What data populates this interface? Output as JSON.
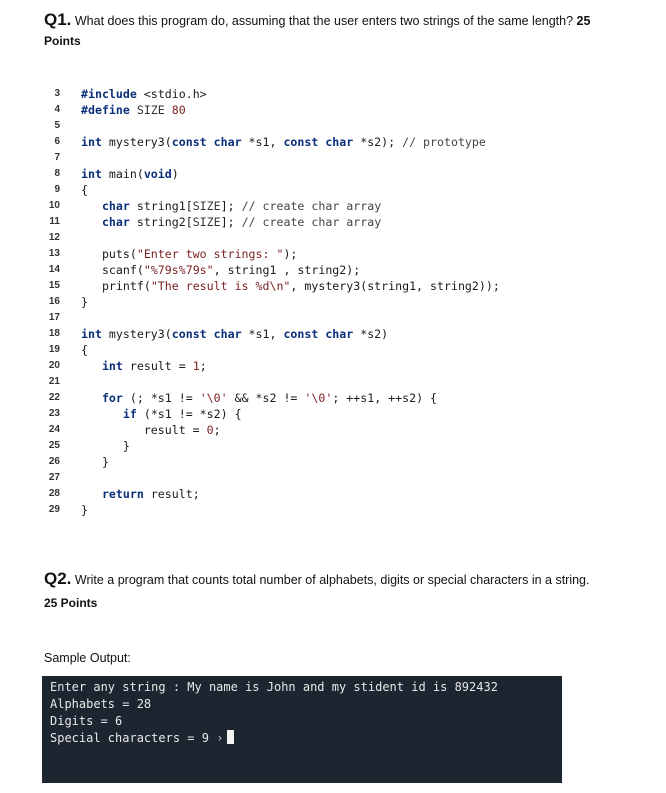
{
  "q1": {
    "number": "Q1.",
    "text": " What does this program do, assuming that the user enters two strings of the same length?",
    "points_inline": "25",
    "points_label": "Points"
  },
  "code": {
    "lines": [
      {
        "n": "3",
        "t": [
          [
            "pp",
            "#include "
          ],
          [
            "",
            "<stdio.h>"
          ]
        ]
      },
      {
        "n": "4",
        "t": [
          [
            "pp",
            "#define "
          ],
          [
            "mac",
            "SIZE "
          ],
          [
            "num",
            "80"
          ]
        ]
      },
      {
        "n": "5",
        "t": []
      },
      {
        "n": "6",
        "t": [
          [
            "kw",
            "int "
          ],
          [
            "",
            "mystery3("
          ],
          [
            "kw",
            "const char "
          ],
          [
            "",
            "*s1, "
          ],
          [
            "kw",
            "const char "
          ],
          [
            "",
            "*s2); "
          ],
          [
            "cm",
            "// prototype"
          ]
        ]
      },
      {
        "n": "7",
        "t": []
      },
      {
        "n": "8",
        "t": [
          [
            "kw",
            "int "
          ],
          [
            "",
            "main("
          ],
          [
            "kw",
            "void"
          ],
          [
            "",
            ")"
          ]
        ]
      },
      {
        "n": "9",
        "t": [
          [
            "",
            "{"
          ]
        ]
      },
      {
        "n": "10",
        "t": [
          [
            "",
            "   "
          ],
          [
            "kw",
            "char "
          ],
          [
            "",
            "string1["
          ],
          [
            "mac",
            "SIZE"
          ],
          [
            "",
            "]; "
          ],
          [
            "cm",
            "// create char array"
          ]
        ]
      },
      {
        "n": "11",
        "t": [
          [
            "",
            "   "
          ],
          [
            "kw",
            "char "
          ],
          [
            "",
            "string2["
          ],
          [
            "mac",
            "SIZE"
          ],
          [
            "",
            "]; "
          ],
          [
            "cm",
            "// create char array"
          ]
        ]
      },
      {
        "n": "12",
        "t": []
      },
      {
        "n": "13",
        "t": [
          [
            "",
            "   puts("
          ],
          [
            "str",
            "\"Enter two strings: \""
          ],
          [
            "",
            ");"
          ]
        ]
      },
      {
        "n": "14",
        "t": [
          [
            "",
            "   scanf("
          ],
          [
            "str",
            "\"%79s%79s\""
          ],
          [
            "",
            ", string1 , string2);"
          ]
        ]
      },
      {
        "n": "15",
        "t": [
          [
            "",
            "   printf("
          ],
          [
            "str",
            "\"The result is %d\\n\""
          ],
          [
            "",
            ", mystery3(string1, string2));"
          ]
        ]
      },
      {
        "n": "16",
        "t": [
          [
            "",
            "}"
          ]
        ]
      },
      {
        "n": "17",
        "t": []
      },
      {
        "n": "18",
        "t": [
          [
            "kw",
            "int "
          ],
          [
            "",
            "mystery3("
          ],
          [
            "kw",
            "const char "
          ],
          [
            "",
            "*s1, "
          ],
          [
            "kw",
            "const char "
          ],
          [
            "",
            "*s2)"
          ]
        ]
      },
      {
        "n": "19",
        "t": [
          [
            "",
            "{"
          ]
        ]
      },
      {
        "n": "20",
        "t": [
          [
            "",
            "   "
          ],
          [
            "kw",
            "int "
          ],
          [
            "",
            "result = "
          ],
          [
            "num",
            "1"
          ],
          [
            "",
            ";"
          ]
        ]
      },
      {
        "n": "21",
        "t": []
      },
      {
        "n": "22",
        "t": [
          [
            "",
            "   "
          ],
          [
            "kw",
            "for "
          ],
          [
            "",
            "(; *s1 != "
          ],
          [
            "str",
            "'\\0'"
          ],
          [
            "",
            " && *s2 != "
          ],
          [
            "str",
            "'\\0'"
          ],
          [
            "",
            "; ++s1, ++s2) {"
          ]
        ]
      },
      {
        "n": "23",
        "t": [
          [
            "",
            "      "
          ],
          [
            "kw",
            "if "
          ],
          [
            "",
            "(*s1 != *s2) {"
          ]
        ]
      },
      {
        "n": "24",
        "t": [
          [
            "",
            "         result = "
          ],
          [
            "num",
            "0"
          ],
          [
            "",
            ";"
          ]
        ]
      },
      {
        "n": "25",
        "t": [
          [
            "",
            "      }"
          ]
        ]
      },
      {
        "n": "26",
        "t": [
          [
            "",
            "   }"
          ]
        ]
      },
      {
        "n": "27",
        "t": []
      },
      {
        "n": "28",
        "t": [
          [
            "",
            "   "
          ],
          [
            "kw",
            "return "
          ],
          [
            "",
            "result;"
          ]
        ]
      },
      {
        "n": "29",
        "t": [
          [
            "",
            "}"
          ]
        ]
      }
    ]
  },
  "q2": {
    "number": "Q2.",
    "text": " Write a program that counts total number of alphabets, digits or special characters in a string.",
    "points": "25 Points"
  },
  "sample": {
    "label": "Sample Output:",
    "terminal": [
      "Enter any string : My name is John and my stident id is 892432",
      "Alphabets = 28",
      "Digits = 6",
      "Special characters = 9"
    ],
    "caret": "›"
  }
}
